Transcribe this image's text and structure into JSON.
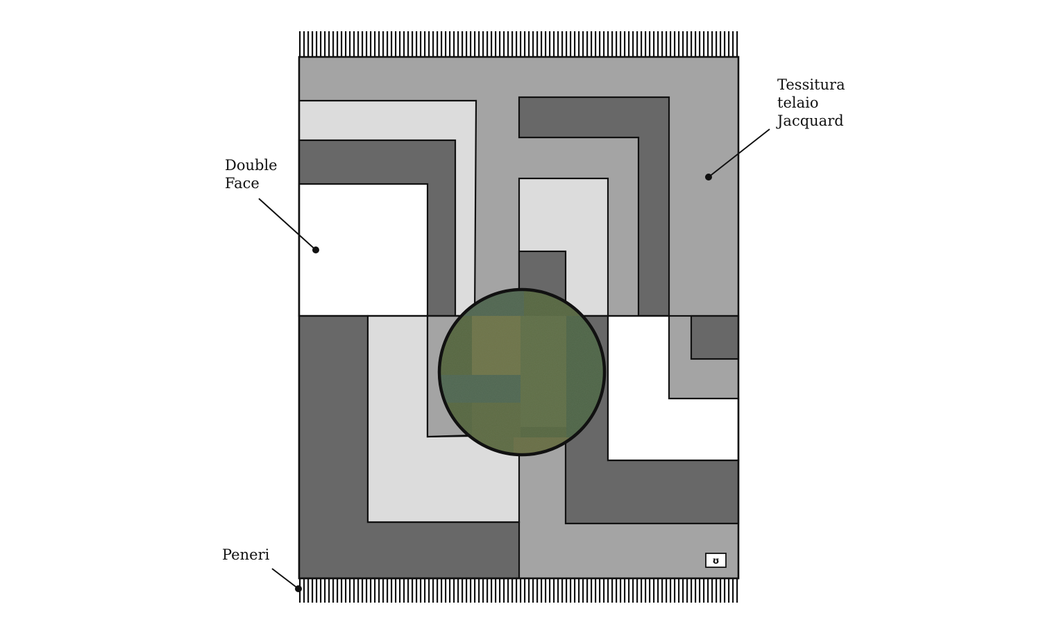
{
  "labels": {
    "double_face": [
      "Double",
      "Face"
    ],
    "tessitura": [
      "Tessitura",
      "telaio",
      "Jacquard"
    ],
    "peneri": "Peneri"
  },
  "logo": {
    "glyph": "ʊ"
  },
  "colors": {
    "background": "#ffffff",
    "dark": "#686868",
    "mid": "#a4a4a4",
    "light": "#dcdcdc",
    "white": "#ffffff",
    "stroke": "#111111",
    "lens_fabric": "#5b6b48"
  }
}
